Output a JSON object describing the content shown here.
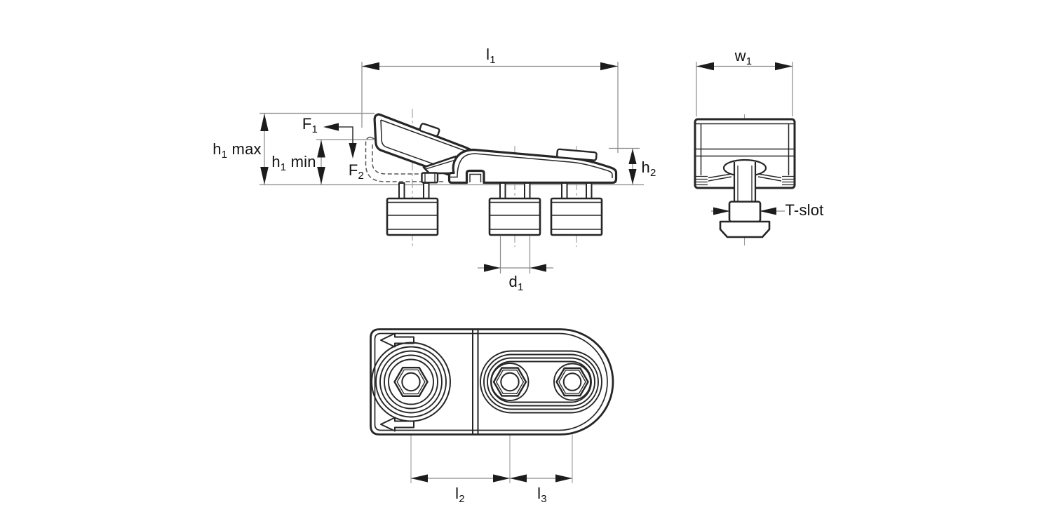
{
  "colors": {
    "outline": "#262626",
    "dimension_line": "#8a8a8a",
    "centerline": "#9a9a9a",
    "arrowhead": "#1c1c1c",
    "label_text": "#111111",
    "background": "#ffffff"
  },
  "views": {
    "side": {
      "dims": {
        "l1": {
          "base": "l",
          "sub": "1",
          "suffix": ""
        },
        "h1max": {
          "base": "h",
          "sub": "1",
          "suffix": " max"
        },
        "h1min": {
          "base": "h",
          "sub": "1",
          "suffix": " min"
        },
        "f1": {
          "base": "F",
          "sub": "1",
          "suffix": ""
        },
        "f2": {
          "base": "F",
          "sub": "2",
          "suffix": ""
        },
        "h2": {
          "base": "h",
          "sub": "2",
          "suffix": ""
        },
        "d1": {
          "base": "d",
          "sub": "1",
          "suffix": ""
        }
      }
    },
    "end": {
      "dims": {
        "w1": {
          "base": "w",
          "sub": "1",
          "suffix": ""
        },
        "t_slot": {
          "base": "T-slot",
          "sub": "",
          "suffix": ""
        }
      }
    },
    "plan": {
      "dims": {
        "l2": {
          "base": "l",
          "sub": "2",
          "suffix": ""
        },
        "l3": {
          "base": "l",
          "sub": "3",
          "suffix": ""
        }
      }
    }
  }
}
